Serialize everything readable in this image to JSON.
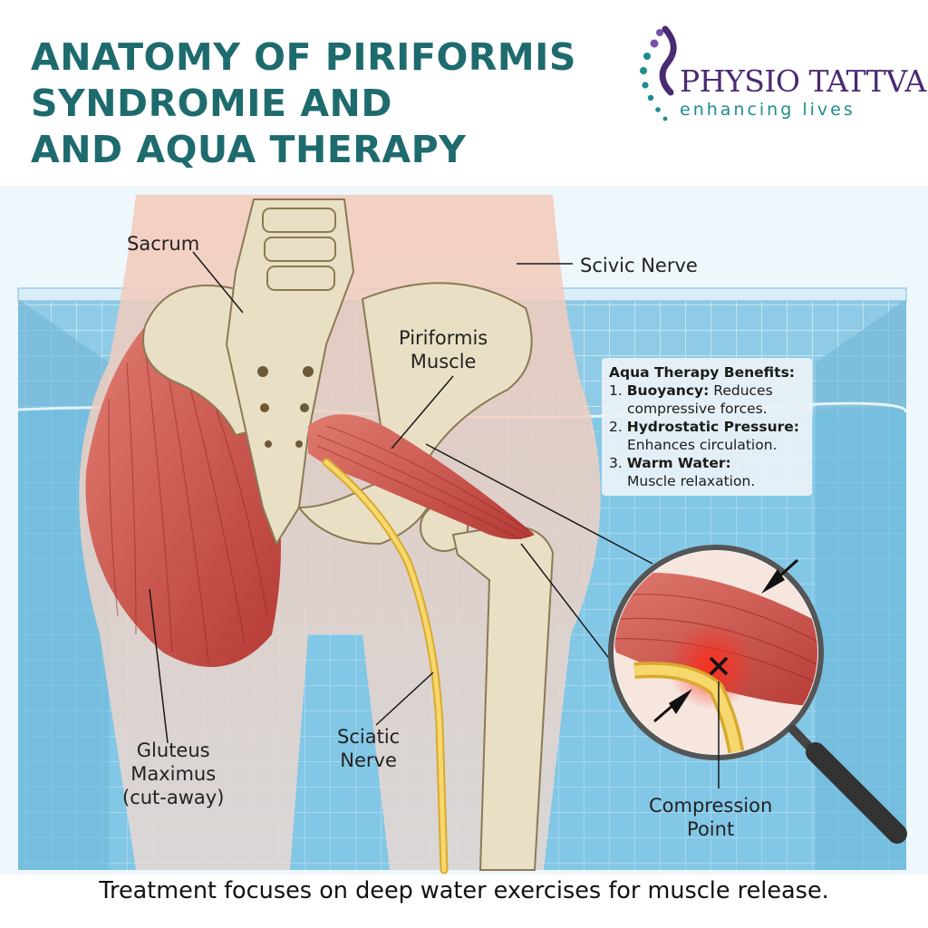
{
  "title": {
    "line1": "ANATOMY OF PIRIFORMIS",
    "line2": "SYNDROMIE AND",
    "line3": "AND AQUA THERAPY"
  },
  "logo": {
    "name": "PHYSIO TATTVA",
    "tagline": "enhancing lives"
  },
  "labels": {
    "sacrum": "Sacrum",
    "scivic_nerve": "Scivic Nerve",
    "piriformis_line1": "Piriformis",
    "piriformis_line2": "Muscle",
    "gluteus_line1": "Gluteus",
    "gluteus_line2": "Maximus",
    "gluteus_line3": "(cut-away)",
    "sciatic_line1": "Sciatic",
    "sciatic_line2": "Nerve",
    "compression_line1": "Compression",
    "compression_line2": "Point"
  },
  "benefits": {
    "heading": "Aqua Therapy Benefits:",
    "items": [
      {
        "num": "1.",
        "term": "Buoyancy:",
        "rest": " Reduces",
        "detail": "compressive forces."
      },
      {
        "num": "2.",
        "term": "Hydrostatic Pressure:",
        "rest": "",
        "detail": "Enhances circulation."
      },
      {
        "num": "3.",
        "term": "Warm Water:",
        "rest": "",
        "detail": "Muscle relaxation."
      }
    ]
  },
  "caption": "Treatment focuses on deep water exercises for muscle release.",
  "colors": {
    "title": "#1e6b6e",
    "logo_name": "#4a2a73",
    "logo_tagline": "#1e8c90",
    "pool_water": "#8fcbe6",
    "muscle": "#c94b47",
    "bone": "#e9dfc4",
    "nerve": "#e8c45a"
  }
}
